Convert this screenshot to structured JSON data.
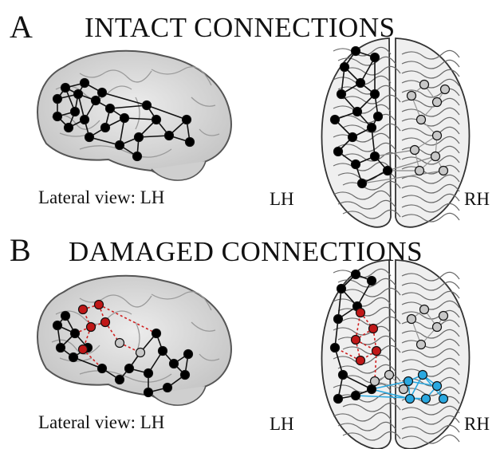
{
  "panels": [
    {
      "letter": "A",
      "title": "INTACT CONNECTIONS",
      "lateral_caption": "Lateral view: LH",
      "left_hemisphere_label": "LH",
      "right_hemisphere_label": "RH"
    },
    {
      "letter": "B",
      "title": "DAMAGED CONNECTIONS",
      "lateral_caption": "Lateral view: LH",
      "left_hemisphere_label": "LH",
      "right_hemisphere_label": "RH"
    }
  ],
  "colors": {
    "intact_node": "#000000",
    "dormant_node": "#c8c8c8",
    "damaged_node": "#c01818",
    "damaged_edge": "#d02020",
    "compensatory_node": "#2aa8e0",
    "brain_fill": "#dcdcdc",
    "brain_outline": "#555555"
  }
}
